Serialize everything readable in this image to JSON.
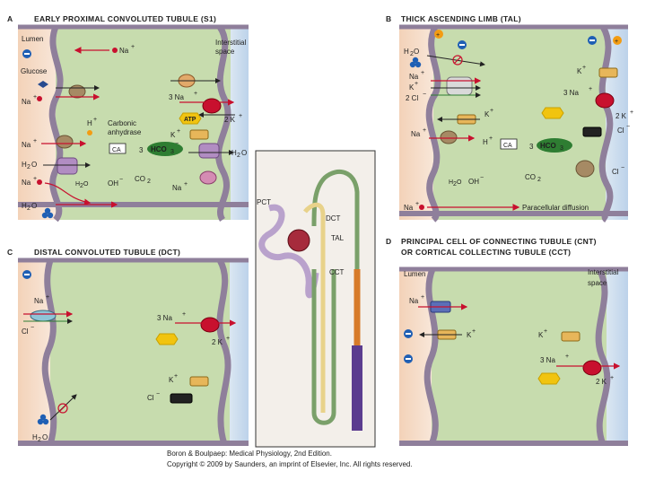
{
  "panels": {
    "a": {
      "letter": "A",
      "title": "EARLY PROXIMAL CONVOLUTED TUBULE (S1)",
      "lumen": "Lumen",
      "interstitial_1": "Interstitial",
      "interstitial_2": "space",
      "na_top": "Na",
      "glucose": "Glucose",
      "na_glu": "Na",
      "three_na": "3 Na",
      "atp": "ATP",
      "two_k": "2 K",
      "h_plus": "H",
      "carbonic_1": "Carbonic",
      "carbonic_2": "anhydrase",
      "ca": "CA",
      "three": "3",
      "hco3": "HCO",
      "k_plus": "K",
      "h2o_right": "H",
      "na_nhe": "Na",
      "h2o_left": "H",
      "na_bottom": "Na",
      "oh": "OH",
      "co2": "CO",
      "na_baso": "Na",
      "h2o_para": "H",
      "h2o_cell": "H"
    },
    "b": {
      "letter": "B",
      "title": "THICK ASCENDING LIMB (TAL)",
      "h2o": "H",
      "na": "Na",
      "k": "K",
      "two_cl": "2 Cl",
      "k_lumen": "K",
      "k_baso": "K",
      "three_na": "3 Na",
      "two_k": "2 K",
      "na_nhe": "Na",
      "h_plus": "H",
      "ca": "CA",
      "three": "3",
      "hco3": "HCO",
      "cl": "Cl",
      "cl_2": "Cl",
      "oh": "OH",
      "h2o_2": "H",
      "co2": "CO",
      "na_para": "Na",
      "paracellular": "Paracellular diffusion"
    },
    "c": {
      "letter": "C",
      "title": "DISTAL CONVOLUTED TUBULE (DCT)",
      "na": "Na",
      "cl": "Cl",
      "three_na": "3 Na",
      "two_k": "2 K",
      "k": "K",
      "cl_baso": "Cl",
      "h2o": "H"
    },
    "d": {
      "letter": "D",
      "title_1": "PRINCIPAL CELL OF CONNECTING TUBULE (CNT)",
      "title_2": "OR CORTICAL COLLECTING TUBULE (CCT)",
      "lumen": "Lumen",
      "interstitial_1": "Interstitial",
      "interstitial_2": "space",
      "na": "Na",
      "k": "K",
      "k_baso": "K",
      "three_na": "3 Na",
      "two_k": "2 K"
    }
  },
  "nephron": {
    "pct": "PCT",
    "dct": "DCT",
    "tal": "TAL",
    "cct": "CCT"
  },
  "credit": {
    "line1": "Boron & Boulpaep: Medical Physiology, 2nd Edition.",
    "line2": "Copyright © 2009 by Saunders, an imprint of Elsevier, Inc. All rights reserved."
  },
  "colors": {
    "cell_green": "#c7dcae",
    "lumen_peach": "#f6dcc8",
    "interstitial_blue": "#c9dcee",
    "membrane": "#8f7f9b",
    "red_arrow": "#c8102e",
    "atp_yellow": "#f1c40f",
    "hco3_green": "#2e7d32"
  }
}
